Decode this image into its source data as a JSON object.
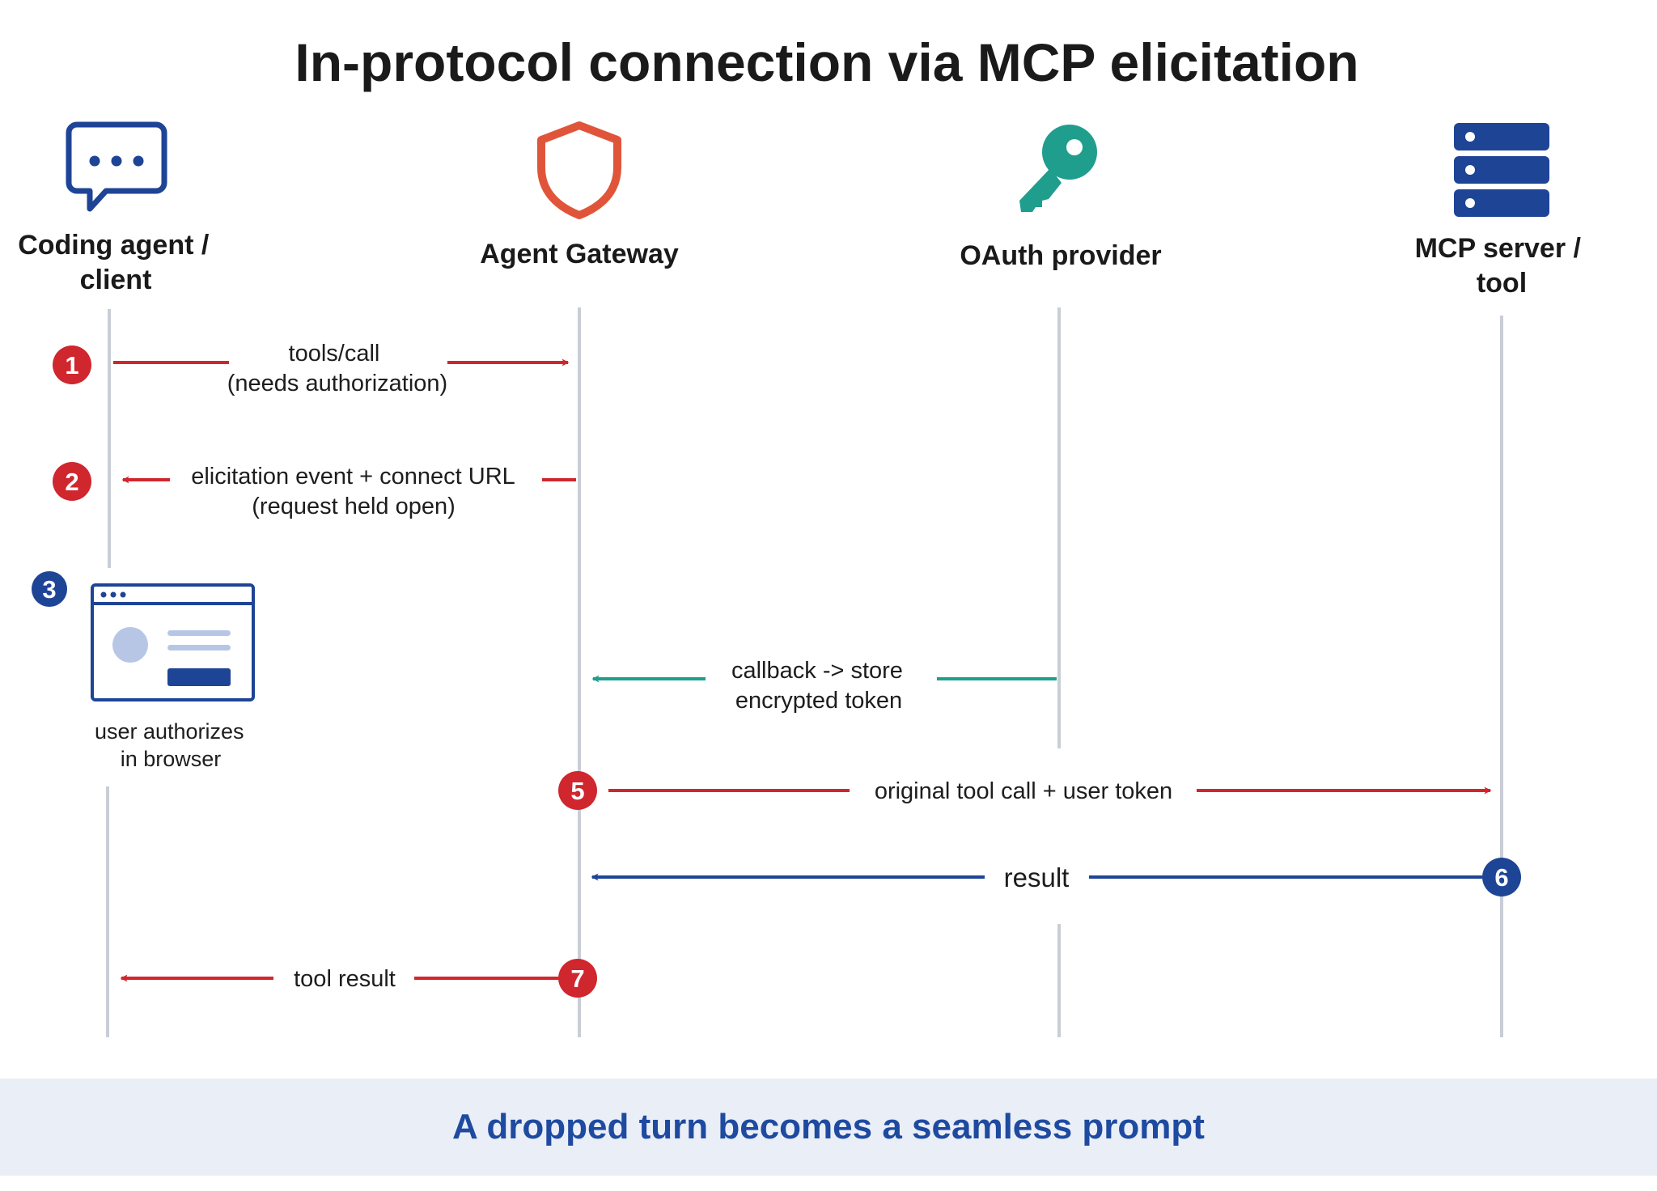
{
  "title": "In-protocol connection via MCP elicitation",
  "actors": [
    {
      "id": "client",
      "label_lines": [
        "Coding agent /",
        "client"
      ],
      "icon": "chat-bubble-icon"
    },
    {
      "id": "gateway",
      "label_lines": [
        "Agent Gateway"
      ],
      "icon": "shield-icon"
    },
    {
      "id": "oauth",
      "label_lines": [
        "OAuth provider"
      ],
      "icon": "key-icon"
    },
    {
      "id": "server",
      "label_lines": [
        "MCP server /",
        "tool"
      ],
      "icon": "server-stack-icon"
    }
  ],
  "steps": [
    {
      "num": "1",
      "lines": [
        "tools/call",
        "(needs authorization)"
      ],
      "from": "client",
      "to": "gateway"
    },
    {
      "num": "2",
      "lines": [
        "elicitation event + connect URL",
        "(request held open)"
      ],
      "from": "gateway",
      "to": "client"
    },
    {
      "num": "3",
      "lines": [
        "user authorizes",
        "in browser"
      ]
    },
    {
      "lines": [
        "callback -> store",
        "encrypted token"
      ],
      "from": "oauth",
      "to": "gateway"
    },
    {
      "num": "5",
      "lines": [
        "original tool call + user token"
      ],
      "from": "gateway",
      "to": "server"
    },
    {
      "num": "6",
      "lines": [
        "result"
      ],
      "from": "server",
      "to": "gateway"
    },
    {
      "num": "7",
      "lines": [
        "tool result"
      ],
      "from": "gateway",
      "to": "client"
    }
  ],
  "footer": "A dropped turn becomes a seamless prompt",
  "colors": {
    "red": "#d0262e",
    "navy": "#1e4496",
    "teal": "#1f9e8e",
    "orange": "#e0553a",
    "lifeline": "#c9cdd6",
    "footer_bg": "#eaeef7",
    "footer_text": "#1e4aa0"
  }
}
